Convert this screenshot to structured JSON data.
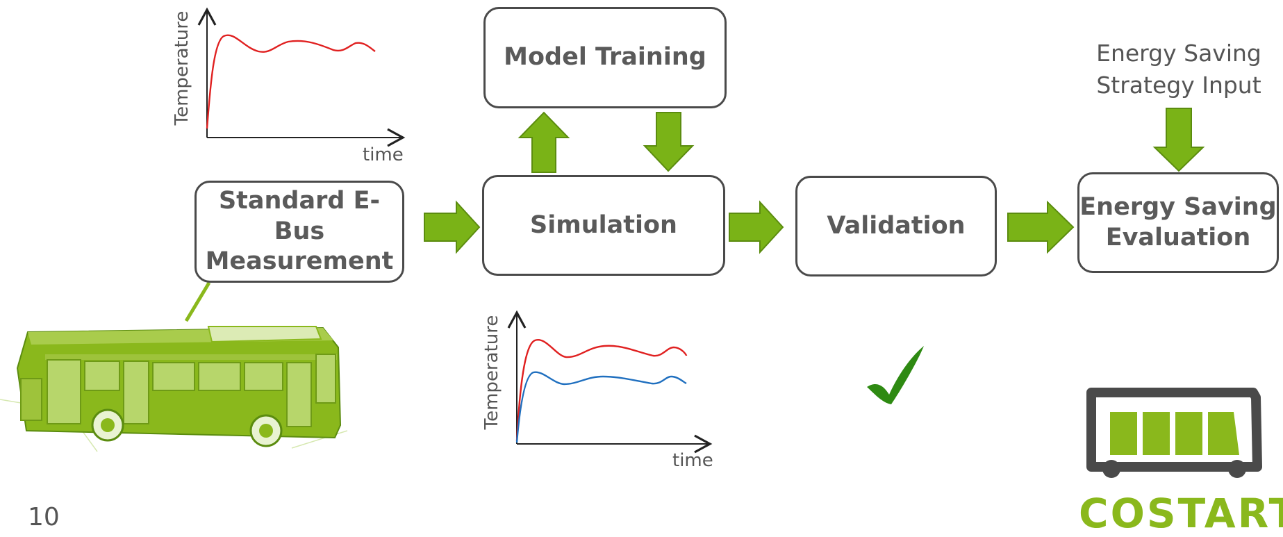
{
  "nodes": {
    "measurement": "Standard E-Bus\nMeasurement",
    "simulation": "Simulation",
    "training": "Model Training",
    "validation": "Validation",
    "evaluation": "Energy Saving\nEvaluation"
  },
  "strategy_input": "Energy Saving\nStrategy Input",
  "plot_top": {
    "ylabel": "Temperature",
    "xlabel": "time"
  },
  "plot_bottom": {
    "ylabel": "Temperature",
    "xlabel": "time"
  },
  "page_number": "10",
  "logo_text": "COSTART",
  "colors": {
    "arrow_fill": "#7ab317",
    "arrow_edge": "#5b8c0f",
    "box_border": "#4a4a4a",
    "curve_red": "#e02020",
    "curve_blue": "#1f6fbf",
    "check": "#2e8a12"
  }
}
